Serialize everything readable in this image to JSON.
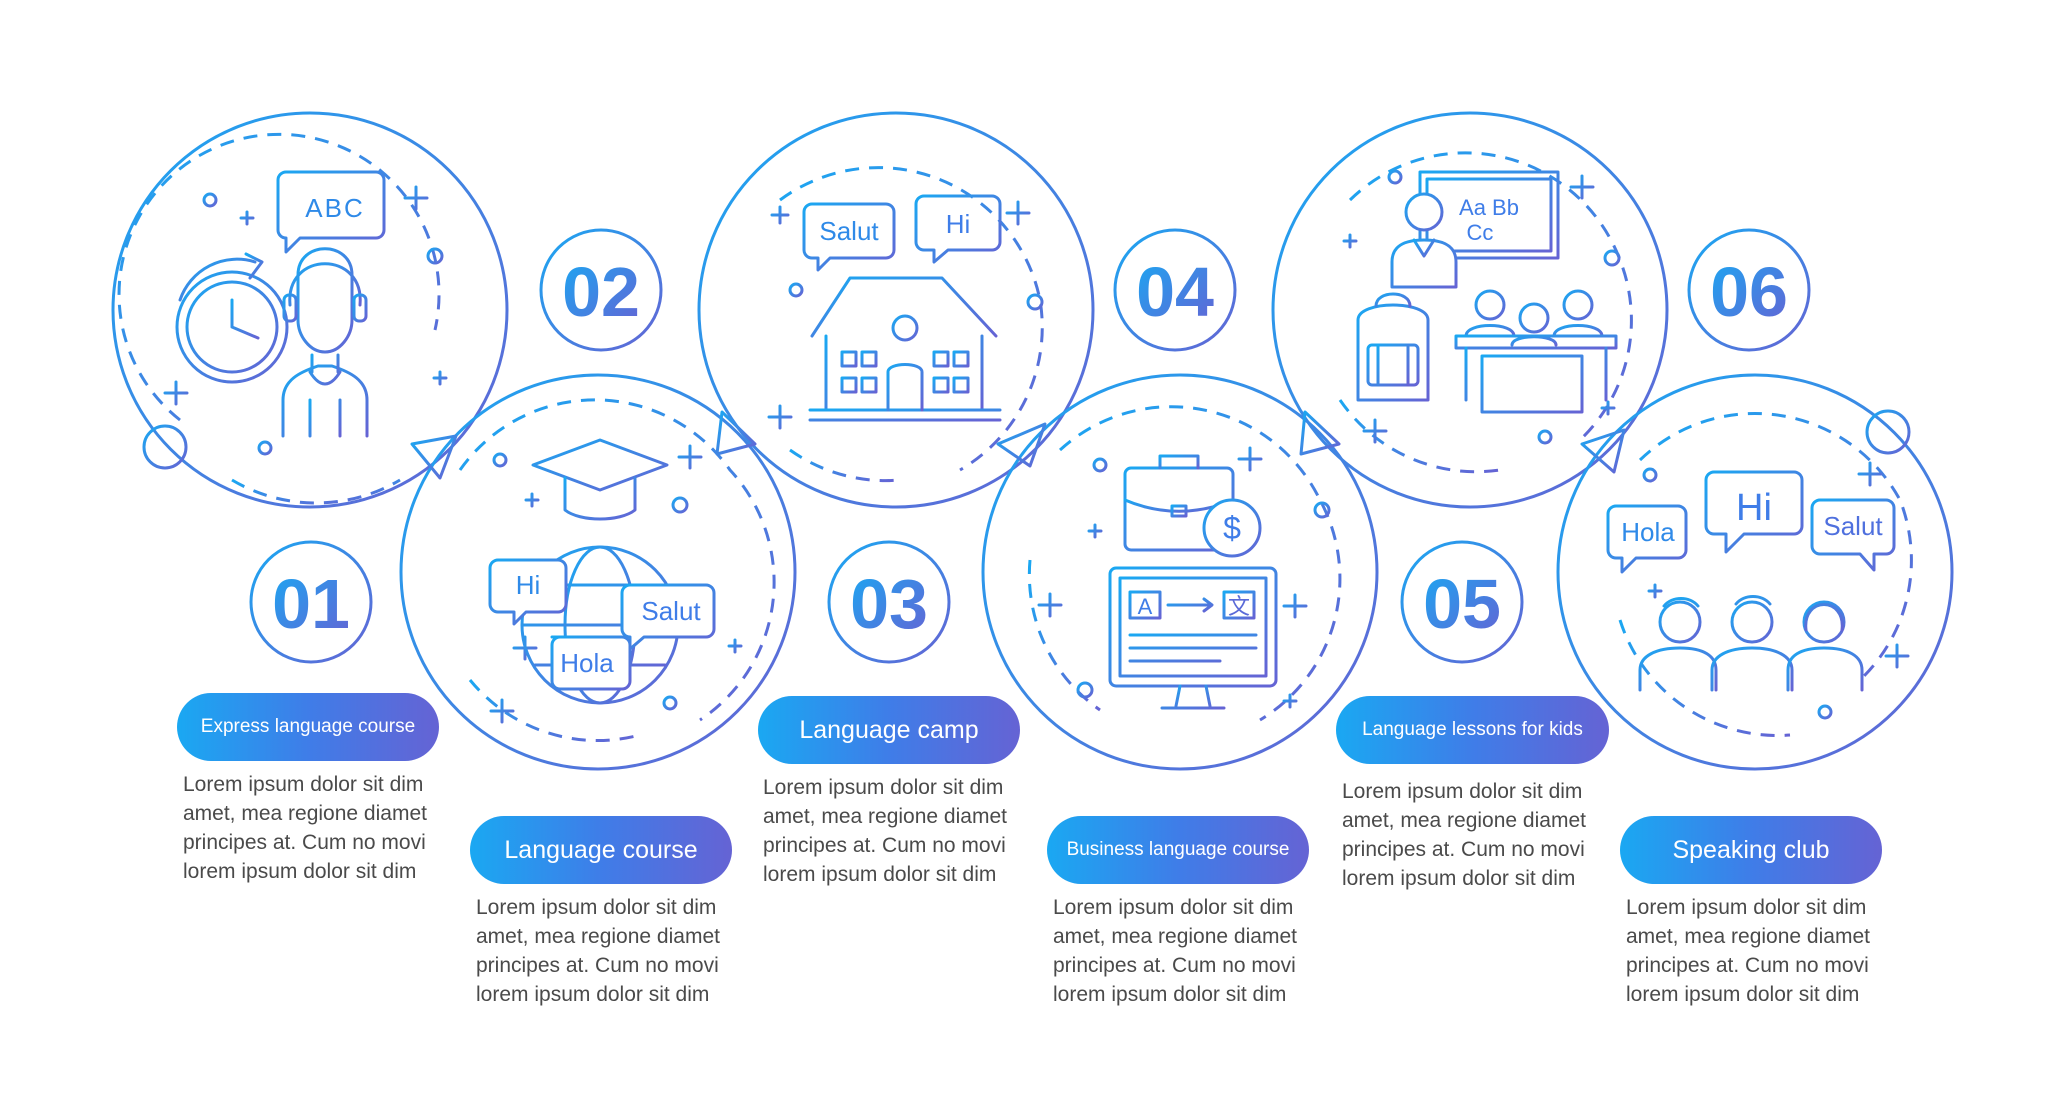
{
  "steps": [
    {
      "number": "01",
      "title": "Express language course",
      "text": "Lorem ipsum dolor sit dim amet, mea regione diamet principes at. Cum no movi lorem ipsum dolor sit dim"
    },
    {
      "number": "02",
      "title": "Language course",
      "text": "Lorem ipsum dolor sit dim amet, mea regione diamet principes at. Cum no movi lorem ipsum dolor sit dim"
    },
    {
      "number": "03",
      "title": "Language camp",
      "text": "Lorem ipsum dolor sit dim amet, mea regione diamet principes at. Cum no movi lorem ipsum dolor sit dim"
    },
    {
      "number": "04",
      "title": "Business language course",
      "text": "Lorem ipsum dolor sit dim amet, mea regione diamet principes at. Cum no movi lorem ipsum dolor sit dim"
    },
    {
      "number": "05",
      "title": "Language lessons for kids",
      "text": "Lorem ipsum dolor sit dim amet, mea regione diamet principes at. Cum no movi lorem ipsum dolor sit dim"
    },
    {
      "number": "06",
      "title": "Speaking club",
      "text": "Lorem ipsum dolor sit dim amet, mea regione diamet principes at. Cum no movi lorem ipsum dolor sit dim"
    }
  ],
  "illustration_text": {
    "abc": "ABC",
    "hi": "Hi",
    "salut": "Salut",
    "hola": "Hola",
    "translate_from": "A",
    "translate_to": "文",
    "currency": "$",
    "board_line1": "Aa Bb",
    "board_line2": "Cc"
  },
  "colors": {
    "cyan": "#1aa8f2",
    "blue": "#3f7de8",
    "violet": "#6563d4",
    "text": "#4a4a4a"
  },
  "icons": [
    "stopwatch-icon",
    "operator-icon",
    "graduation-cap-icon",
    "globe-icon",
    "school-building-icon",
    "briefcase-icon",
    "dollar-coin-icon",
    "translator-monitor-icon",
    "teacher-icon",
    "chalkboard-icon",
    "backpack-icon",
    "students-desk-icon",
    "people-group-icon",
    "speech-bubble-icon"
  ]
}
